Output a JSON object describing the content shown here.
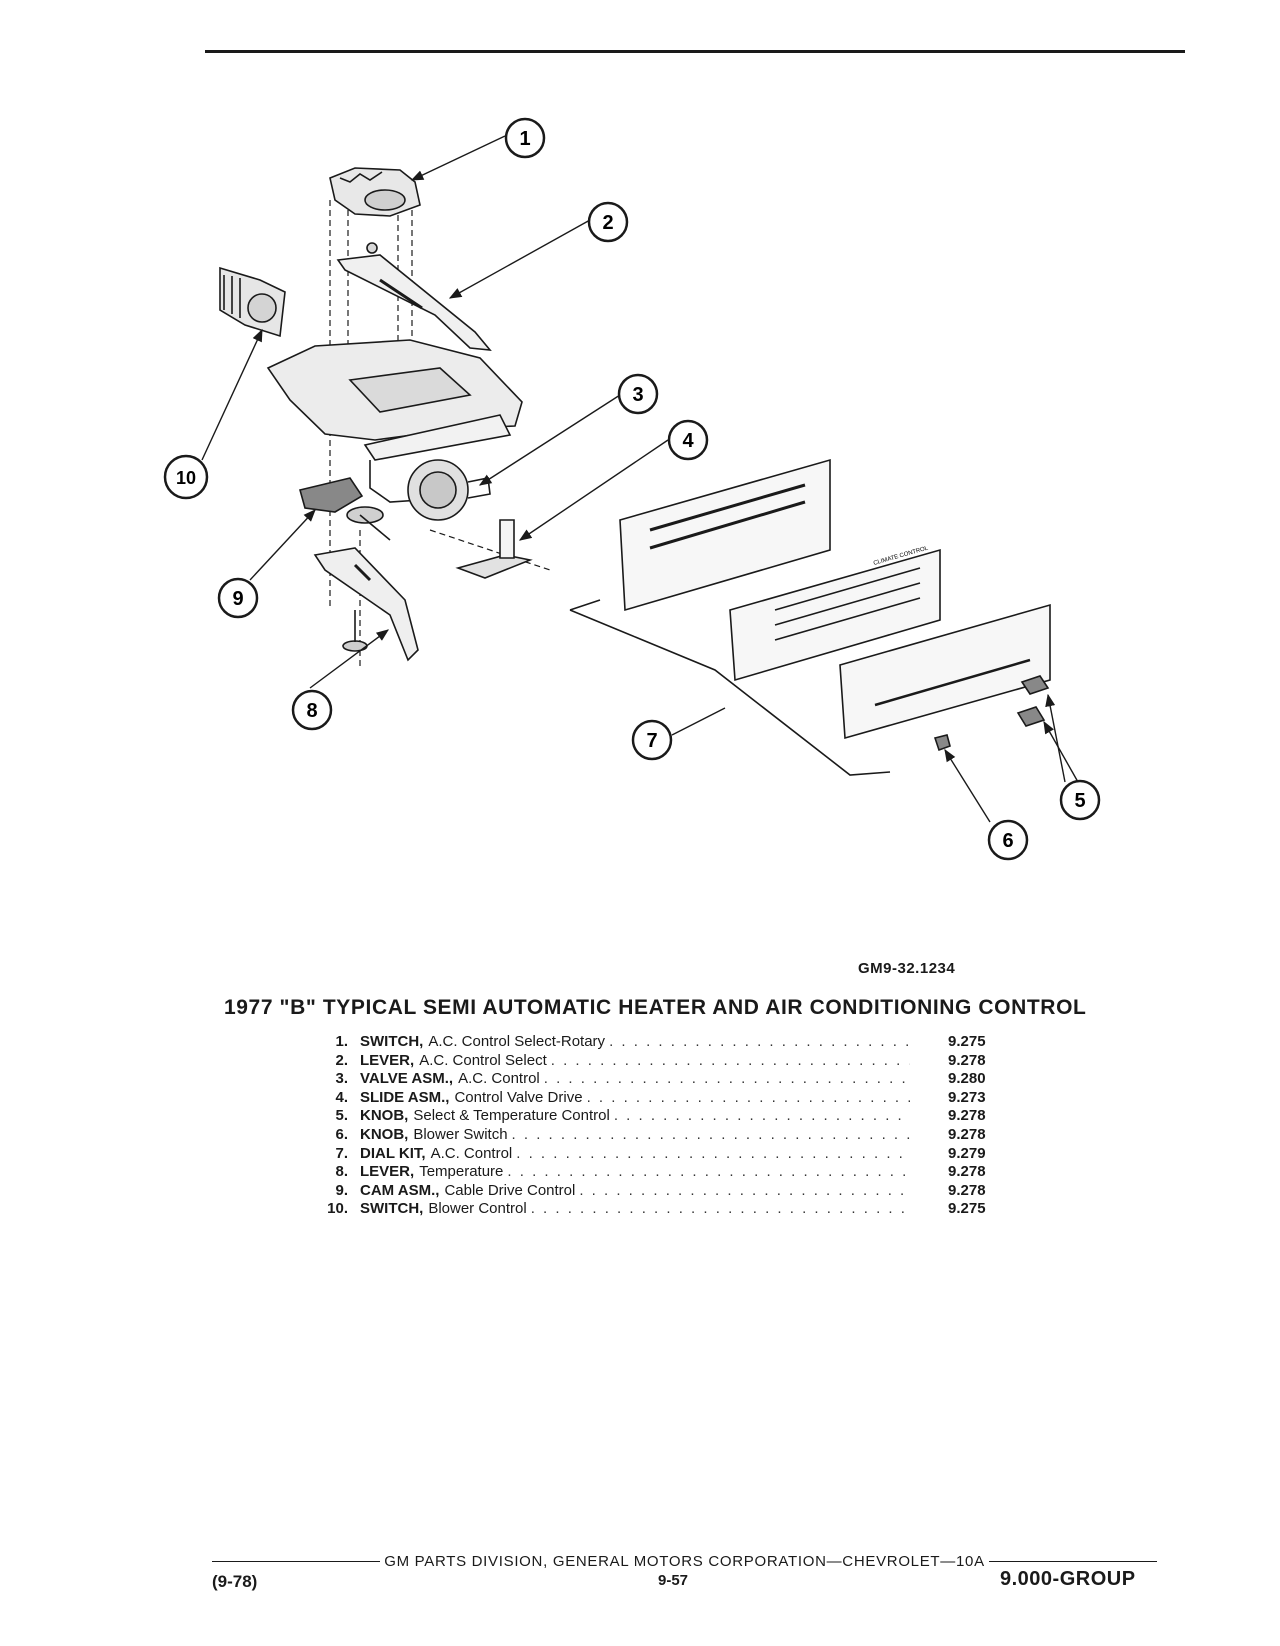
{
  "figure": {
    "code": "GM9-32.1234",
    "callouts": [
      "1",
      "2",
      "3",
      "4",
      "5",
      "6",
      "7",
      "8",
      "9",
      "10"
    ],
    "panel_labels": {
      "climate_control": "CLIMATE CONTROL"
    }
  },
  "title": "1977 \"B\" TYPICAL SEMI AUTOMATIC HEATER AND AIR CONDITIONING CONTROL",
  "parts": [
    {
      "num": "1.",
      "name": "SWITCH,",
      "desc": "A.C. Control Select-Rotary",
      "group": "9.275"
    },
    {
      "num": "2.",
      "name": "LEVER,",
      "desc": "A.C. Control Select",
      "group": "9.278"
    },
    {
      "num": "3.",
      "name": "VALVE ASM.,",
      "desc": "A.C. Control",
      "group": "9.280"
    },
    {
      "num": "4.",
      "name": "SLIDE ASM.,",
      "desc": "Control Valve Drive",
      "group": "9.273"
    },
    {
      "num": "5.",
      "name": "KNOB,",
      "desc": "Select & Temperature Control",
      "group": "9.278"
    },
    {
      "num": "6.",
      "name": "KNOB,",
      "desc": "Blower Switch",
      "group": "9.278"
    },
    {
      "num": "7.",
      "name": "DIAL KIT,",
      "desc": "A.C. Control",
      "group": "9.279"
    },
    {
      "num": "8.",
      "name": "LEVER,",
      "desc": "Temperature",
      "group": "9.278"
    },
    {
      "num": "9.",
      "name": "CAM ASM.,",
      "desc": "Cable Drive Control",
      "group": "9.278"
    },
    {
      "num": "10.",
      "name": "SWITCH,",
      "desc": "Blower Control",
      "group": "9.275"
    }
  ],
  "footer": {
    "publisher": "GM PARTS DIVISION, GENERAL MOTORS CORPORATION—CHEVROLET—10A",
    "date_code": "(9-78)",
    "page": "9-57",
    "group": "9.000-GROUP"
  }
}
